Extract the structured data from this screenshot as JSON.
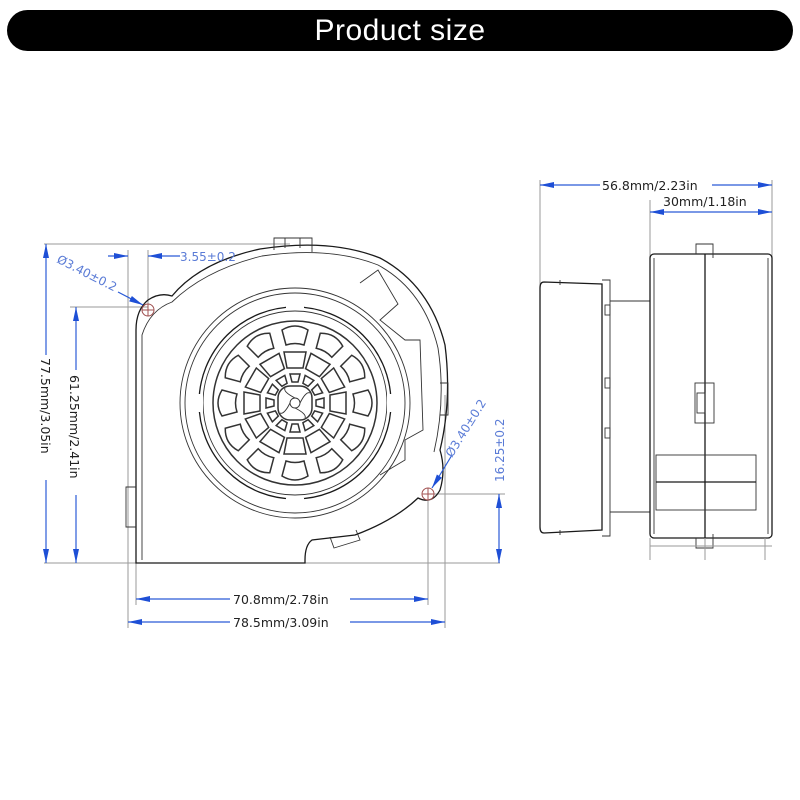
{
  "header": {
    "title": "Product size",
    "background": "#000000",
    "text_color": "#ffffff"
  },
  "front_view": {
    "mount_hole_top": {
      "diameter_label": "Ø3.40±0.2",
      "offset_label": "3.55±0.2"
    },
    "mount_hole_bottom": {
      "diameter_label": "Ø3.40±0.2",
      "offset_label": "16.25±0.2"
    },
    "height_total": "77.5mm/3.05in",
    "height_holes": "61.25mm/2.41in",
    "width_holes": "70.8mm/2.78in",
    "width_total": "78.5mm/3.09in"
  },
  "side_view": {
    "depth_total": "56.8mm/2.23in",
    "depth_body": "30mm/1.18in"
  },
  "colors": {
    "dimension_line": "#2a5bd7",
    "tolerance_text": "#5a7bd6",
    "outline": "#1a1a1a"
  }
}
